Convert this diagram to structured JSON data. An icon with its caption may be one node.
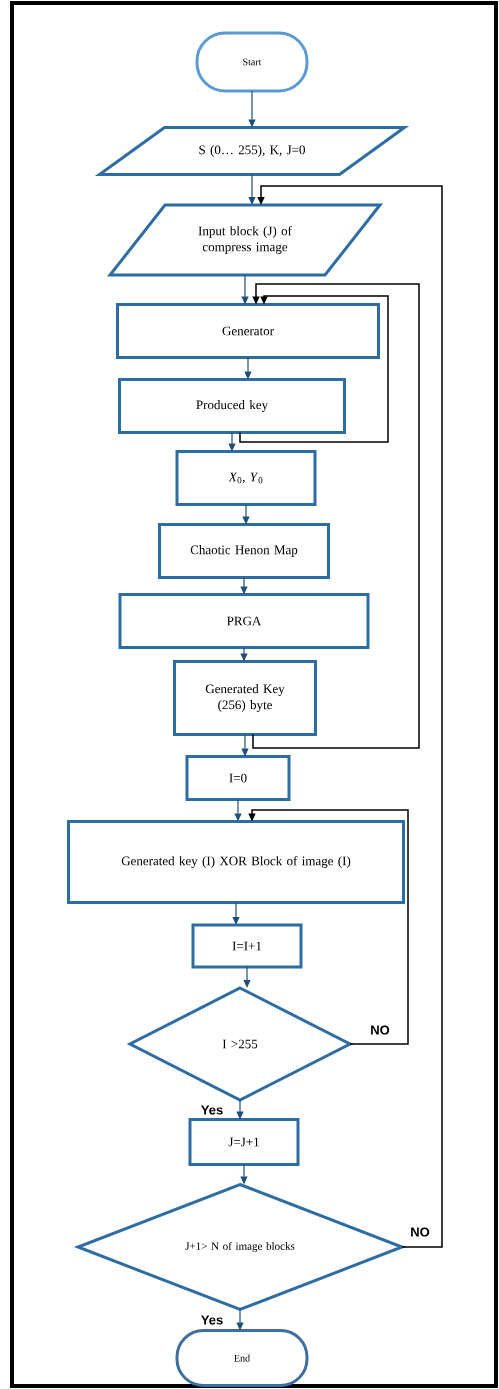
{
  "diagram": {
    "nodes": [
      {
        "text": [
          "Start"
        ]
      },
      {
        "text": [
          "S (0… 255), K, J=0"
        ]
      },
      {
        "text": [
          "Input block (J) of compress image"
        ]
      },
      {
        "text": [
          "Generator"
        ]
      },
      {
        "text": [
          "Produced key"
        ]
      },
      {
        "text": [
          "*X*$_{0}$, *Y*$_{0}$"
        ]
      },
      {
        "text": [
          "Chaotic Henon Map"
        ]
      },
      {
        "text": [
          "PRGA"
        ]
      },
      {
        "text": [
          "Generated Key (256) byte"
        ]
      },
      {
        "text": [
          "I=0"
        ]
      },
      {
        "text": [
          "Generated key (I) XOR Block of image (I)"
        ]
      },
      {
        "text": [
          "I=I+1"
        ]
      },
      {
        "text": [
          "I >255"
        ]
      },
      {
        "text": [
          "J=J+1"
        ]
      },
      {
        "text": [
          "J+1> N of image blocks"
        ]
      },
      {
        "text": [
          "End"
        ]
      }
    ],
    "edges": [
      {
        "from": 0,
        "to": 1,
        "arrow": "to"
      },
      {
        "from": 1,
        "to": 2,
        "arrow": "to"
      },
      {
        "from": 2,
        "to": 3,
        "arrow": "to"
      },
      {
        "from": 3,
        "to": 4,
        "arrow": "to"
      },
      {
        "from": 4,
        "to": 5,
        "arrow": "to"
      },
      {
        "from": 5,
        "to": 6,
        "arrow": "to"
      },
      {
        "from": 6,
        "to": 7,
        "arrow": "to"
      },
      {
        "from": 7,
        "to": 8,
        "arrow": "to"
      },
      {
        "from": 8,
        "to": 9,
        "arrow": "to"
      },
      {
        "from": 9,
        "to": 10,
        "arrow": "to"
      },
      {
        "from": 10,
        "to": 11,
        "arrow": "to"
      },
      {
        "from": 11,
        "to": 12,
        "arrow": "to"
      },
      {
        "from": 12,
        "to": 13,
        "arrow": "to",
        "label": "Yes"
      },
      {
        "from": 13,
        "to": 14,
        "arrow": "to"
      },
      {
        "from": 14,
        "to": 15,
        "arrow": "to",
        "label": "Yes"
      },
      {
        "from": 4,
        "to": 3,
        "arrow": "to",
        "color": "#000000"
      },
      {
        "from": 8,
        "to": 3,
        "arrow": "to",
        "color": "#000000"
      },
      {
        "from": 12,
        "to": 10,
        "arrow": "to",
        "label": "NO",
        "color": "#000000"
      },
      {
        "from": 14,
        "to": 2,
        "arrow": "to",
        "label": "NO",
        "color": "#000000"
      }
    ]
  }
}
